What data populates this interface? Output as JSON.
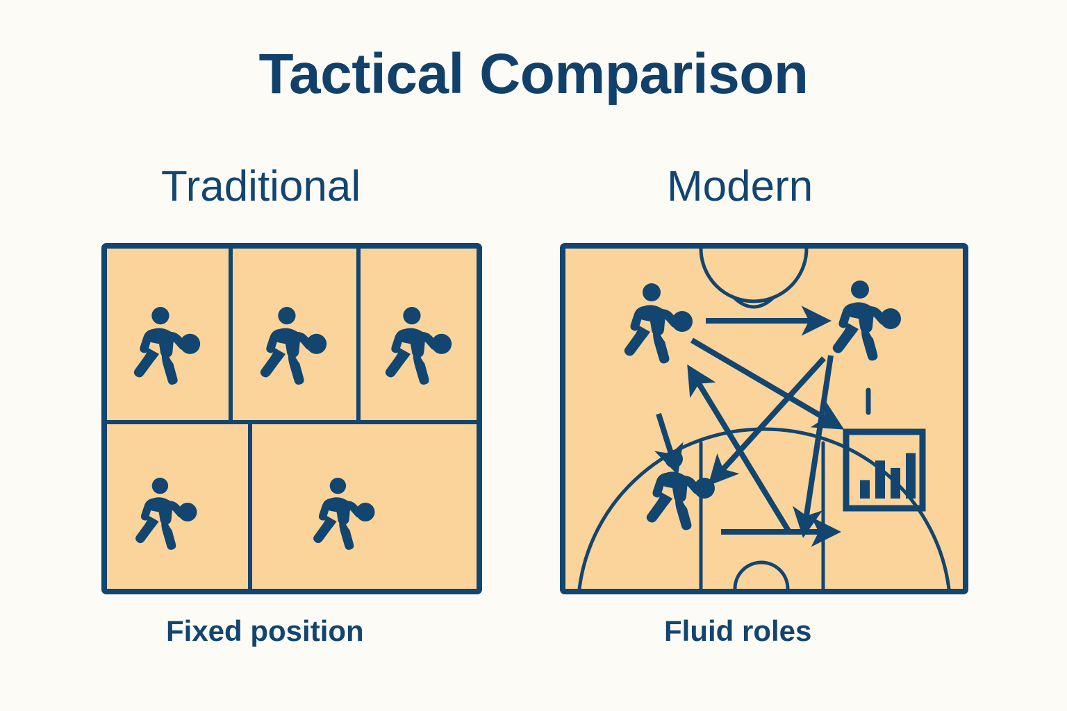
{
  "page": {
    "title": "Tactical Comparison",
    "background_color": "#FDFBF6",
    "ink_color": "#12456F",
    "panel_fill_color": "#FAD49A"
  },
  "panels": [
    {
      "id": "traditional",
      "heading": "Traditional",
      "caption": "Fixed position",
      "player_count": 5,
      "layout": "grid of fixed zones",
      "cells": [
        {
          "label": "zone-1",
          "row": 1,
          "col": 1
        },
        {
          "label": "zone-2",
          "row": 1,
          "col": 2
        },
        {
          "label": "zone-3",
          "row": 1,
          "col": 3
        },
        {
          "label": "zone-4",
          "row": 2,
          "col": 1
        },
        {
          "label": "zone-5",
          "row": 2,
          "col": 2
        }
      ]
    },
    {
      "id": "modern",
      "heading": "Modern",
      "caption": "Fluid roles",
      "player_count": 3,
      "layout": "open basketball court with movement arrows",
      "court_markings": [
        "top-center-circle-arc",
        "top-inner-arc",
        "three-point-arc",
        "key-left-line",
        "key-right-line",
        "restricted-area-semicircle",
        "free-throw-dash"
      ],
      "arrows": [
        {
          "name": "player1-to-player2",
          "type": "straight"
        },
        {
          "name": "player1-to-right-wing",
          "type": "straight"
        },
        {
          "name": "player2-to-low-post",
          "type": "straight"
        },
        {
          "name": "low-left-to-player1",
          "type": "straight"
        },
        {
          "name": "player2-to-paint",
          "type": "straight"
        },
        {
          "name": "top-left-to-player3",
          "type": "straight"
        },
        {
          "name": "player3-to-analytics",
          "type": "straight"
        }
      ],
      "analytics_widget": {
        "name": "analytics-chart-box",
        "bars": [
          35,
          72,
          58,
          86
        ]
      }
    }
  ],
  "chart_data": {
    "type": "bar",
    "title": "",
    "categories": [
      "1",
      "2",
      "3",
      "4"
    ],
    "values": [
      35,
      72,
      58,
      86
    ],
    "xlabel": "",
    "ylabel": "",
    "ylim": [
      0,
      100
    ],
    "grid": false,
    "legend": "none",
    "notes": "Small analytics icon inside the Modern panel; four vertical bars, no axis labels."
  }
}
